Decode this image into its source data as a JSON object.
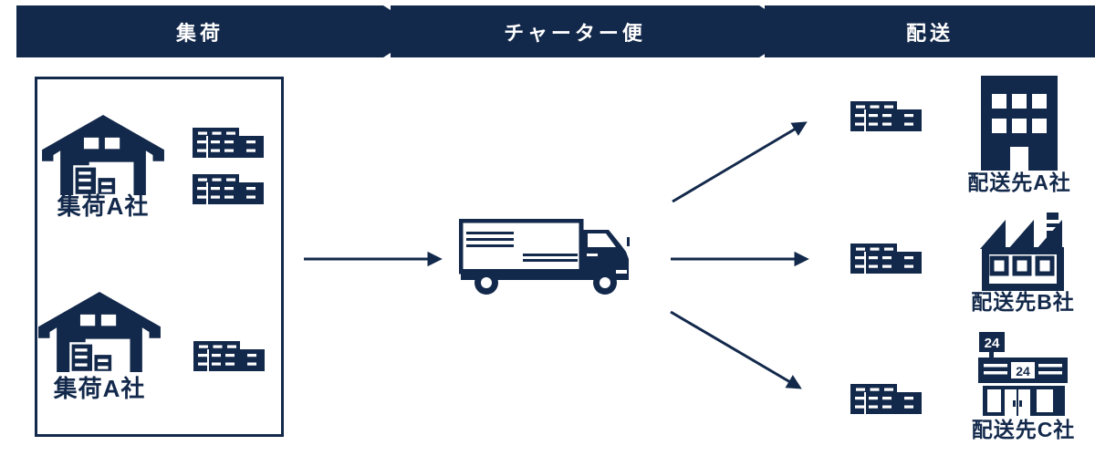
{
  "colors": {
    "primary_navy": "#13294b",
    "background": "#ffffff",
    "label_text": "#13294b",
    "header_text": "#ffffff"
  },
  "header": {
    "steps": [
      {
        "label": "集荷"
      },
      {
        "label": "チャーター便"
      },
      {
        "label": "配送"
      }
    ]
  },
  "pickup": {
    "companies": [
      {
        "label": "集荷A社"
      },
      {
        "label": "集荷A社"
      }
    ]
  },
  "delivery": {
    "destinations": [
      {
        "label": "配送先A社",
        "building_type": "office"
      },
      {
        "label": "配送先B社",
        "building_type": "factory"
      },
      {
        "label": "配送先C社",
        "building_type": "convenience-store",
        "sign_text": "24",
        "awning_text": "24"
      }
    ]
  }
}
